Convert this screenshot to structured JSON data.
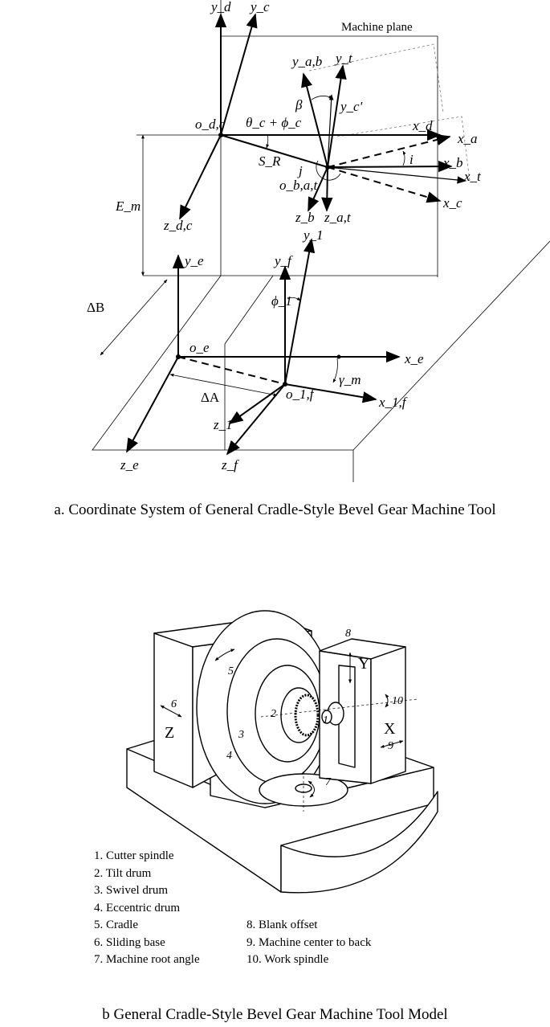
{
  "diagram_a": {
    "machine_plane_label": "Machine plane",
    "axes": {
      "y_d": "y_d",
      "y_c": "y_c",
      "y_ab": "y_a,b",
      "y_t": "y_t",
      "y_c_prime": "y_c'",
      "x_d": "x_d",
      "x_a": "x_a",
      "x_b": "x_b",
      "x_t": "x_t",
      "x_c": "x_c",
      "z_dc": "z_d,c",
      "z_b": "z_b",
      "z_at": "z_a,t",
      "y_e": "y_e",
      "y_1": "y_1",
      "y_f": "y_f",
      "x_e": "x_e",
      "x_1f": "x_1,f",
      "z_1": "z_1",
      "z_e": "z_e",
      "z_f": "z_f"
    },
    "origins": {
      "o_dc": "o_d,c",
      "o_bat": "o_b,a,t",
      "o_e": "o_e",
      "o_1f": "o_1,f"
    },
    "symbols": {
      "theta_phi": "θ_c + ϕ_c",
      "S_R": "S_R",
      "beta": "β",
      "i": "i",
      "j": "j",
      "E_m": "E_m",
      "delta_B": "ΔB",
      "delta_A": "ΔA",
      "phi_1": "ϕ_1",
      "gamma_m": "γ_m"
    }
  },
  "caption_a": "a. Coordinate System of General Cradle-Style Bevel Gear Machine Tool",
  "diagram_b": {
    "callouts": [
      "1",
      "2",
      "3",
      "4",
      "5",
      "6",
      "7",
      "8",
      "9",
      "10"
    ],
    "axis_letters": {
      "X": "X",
      "Y": "Y",
      "Z": "Z"
    },
    "legend_left": [
      "1. Cutter spindle",
      "2. Tilt drum",
      "3. Swivel drum",
      "4. Eccentric drum",
      "5. Cradle",
      "6. Sliding base",
      "7. Machine root angle"
    ],
    "legend_right": [
      "8. Blank offset",
      "9. Machine center to back",
      "10. Work spindle"
    ]
  },
  "caption_b": "b General Cradle-Style Bevel Gear Machine Tool Model"
}
